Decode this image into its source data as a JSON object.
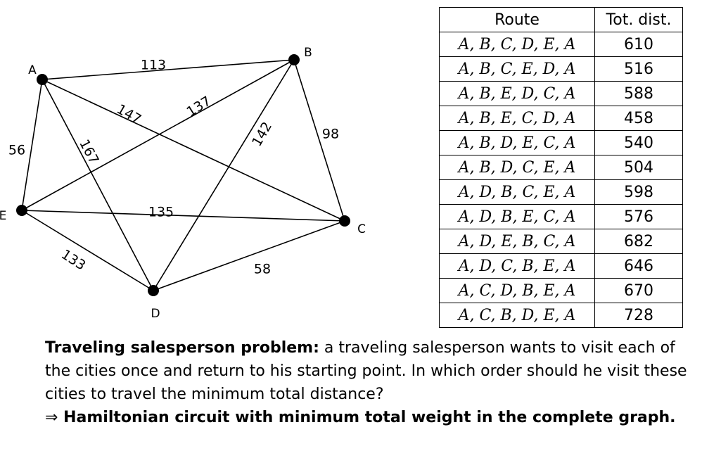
{
  "graph": {
    "nodes": [
      {
        "id": "A",
        "label": "A"
      },
      {
        "id": "B",
        "label": "B"
      },
      {
        "id": "C",
        "label": "C"
      },
      {
        "id": "D",
        "label": "D"
      },
      {
        "id": "E",
        "label": "E"
      }
    ],
    "edges": [
      {
        "from": "A",
        "to": "B",
        "weight": "113"
      },
      {
        "from": "A",
        "to": "C",
        "weight": "147"
      },
      {
        "from": "A",
        "to": "D",
        "weight": "167"
      },
      {
        "from": "A",
        "to": "E",
        "weight": "56"
      },
      {
        "from": "B",
        "to": "C",
        "weight": "98"
      },
      {
        "from": "B",
        "to": "D",
        "weight": "142"
      },
      {
        "from": "B",
        "to": "E",
        "weight": "137"
      },
      {
        "from": "C",
        "to": "D",
        "weight": "58"
      },
      {
        "from": "C",
        "to": "E",
        "weight": "135"
      },
      {
        "from": "D",
        "to": "E",
        "weight": "133"
      }
    ]
  },
  "table": {
    "headers": [
      "Route",
      "Tot. dist."
    ],
    "rows": [
      {
        "route": "A, B, C, D, E, A",
        "dist": "610"
      },
      {
        "route": "A, B, C, E, D, A",
        "dist": "516"
      },
      {
        "route": "A, B, E, D, C, A",
        "dist": "588"
      },
      {
        "route": "A, B, E, C, D, A",
        "dist": "458"
      },
      {
        "route": "A, B, D, E, C, A",
        "dist": "540"
      },
      {
        "route": "A, B, D, C, E, A",
        "dist": "504"
      },
      {
        "route": "A, D, B, C, E, A",
        "dist": "598"
      },
      {
        "route": "A, D, B, E, C, A",
        "dist": "576"
      },
      {
        "route": "A, D, E, B, C, A",
        "dist": "682"
      },
      {
        "route": "A, D, C, B, E, A",
        "dist": "646"
      },
      {
        "route": "A, C, D, B, E, A",
        "dist": "670"
      },
      {
        "route": "A, C, B, D, E, A",
        "dist": "728"
      }
    ]
  },
  "caption": {
    "heading": "Traveling salesperson problem:",
    "body": " a traveling salesperson wants to visit each of the cities once and return to his starting point. In which order should he visit these cities to travel the minimum total distance?",
    "arrow": "⇒",
    "conclusion": " Hamiltonian circuit with minimum total weight in the complete graph."
  }
}
